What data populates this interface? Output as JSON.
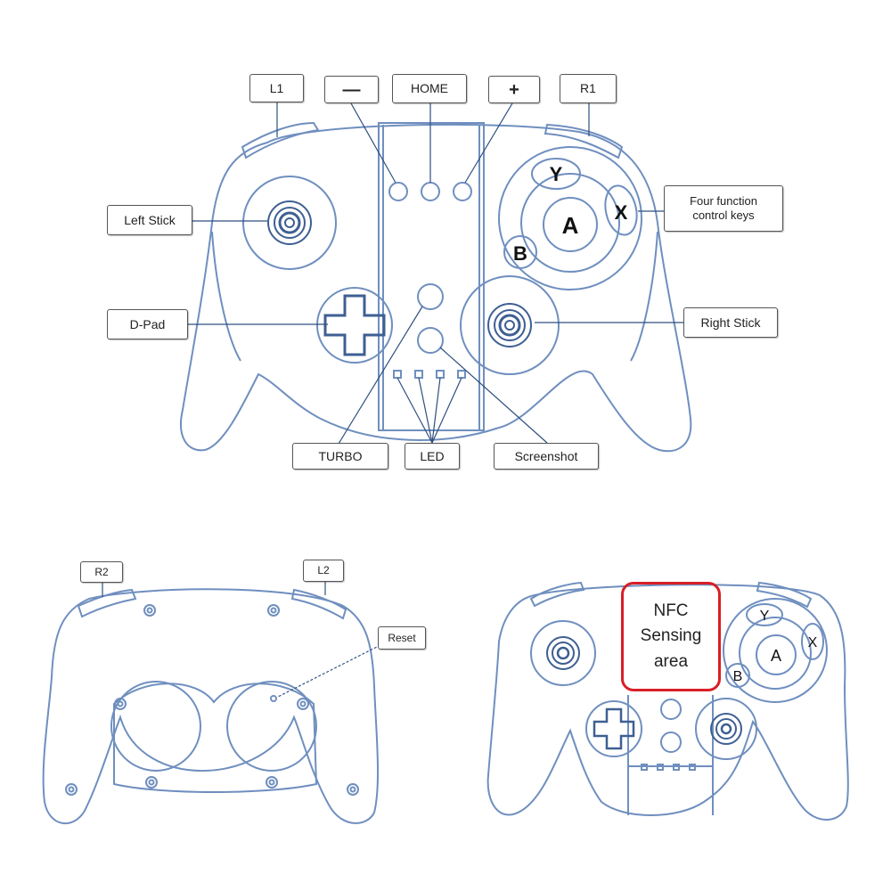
{
  "labels": {
    "l1": "L1",
    "minus": "—",
    "home": "HOME",
    "plus": "+",
    "r1": "R1",
    "left_stick": "Left Stick",
    "four_function": "Four function control keys",
    "d_pad": "D-Pad",
    "right_stick": "Right Stick",
    "turbo": "TURBO",
    "led": "LED",
    "screenshot": "Screenshot",
    "r2": "R2",
    "l2": "L2",
    "reset": "Reset"
  },
  "face_buttons": {
    "a": "A",
    "b": "B",
    "x": "X",
    "y": "Y"
  },
  "nfc": {
    "line1": "NFC",
    "line2": "Sensing",
    "line3": "area"
  },
  "colors": {
    "outline": "#6f8fbf",
    "dark_outline": "#3e5f93",
    "nfc_border": "#d81f26"
  }
}
